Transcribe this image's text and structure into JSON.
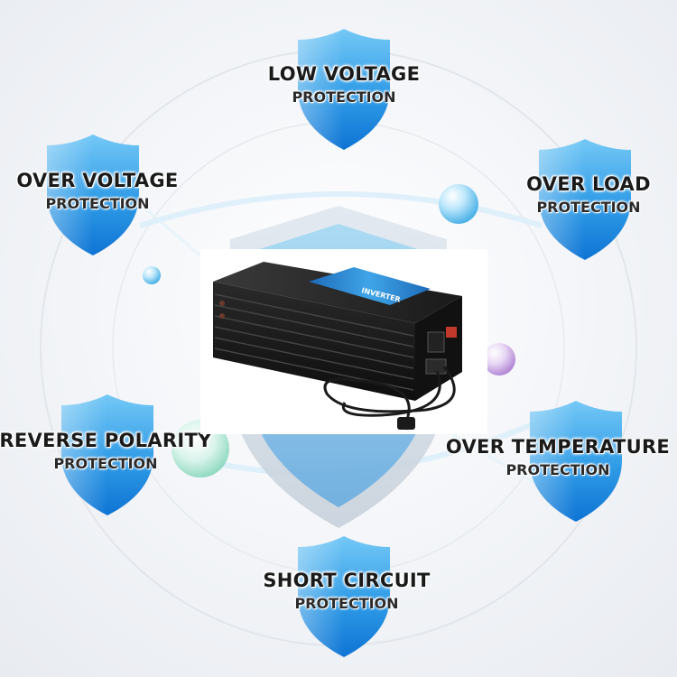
{
  "colors": {
    "shield_light": "#6cc4f5",
    "shield_dark": "#0e74d4",
    "label_text": "#1a1a1a"
  },
  "features": [
    {
      "title": "LOW VOLTAGE",
      "subtitle": "PROTECTION"
    },
    {
      "title": "OVER VOLTAGE",
      "subtitle": "PROTECTION"
    },
    {
      "title": "OVER LOAD",
      "subtitle": "PROTECTION"
    },
    {
      "title": "REVERSE POLARITY",
      "subtitle": "PROTECTION"
    },
    {
      "title": "OVER TEMPERATURE",
      "subtitle": "PROTECTION"
    },
    {
      "title": "SHORT CIRCUIT",
      "subtitle": "PROTECTION"
    }
  ],
  "product": {
    "label": "INVERTER",
    "icon": "power-inverter-icon"
  }
}
